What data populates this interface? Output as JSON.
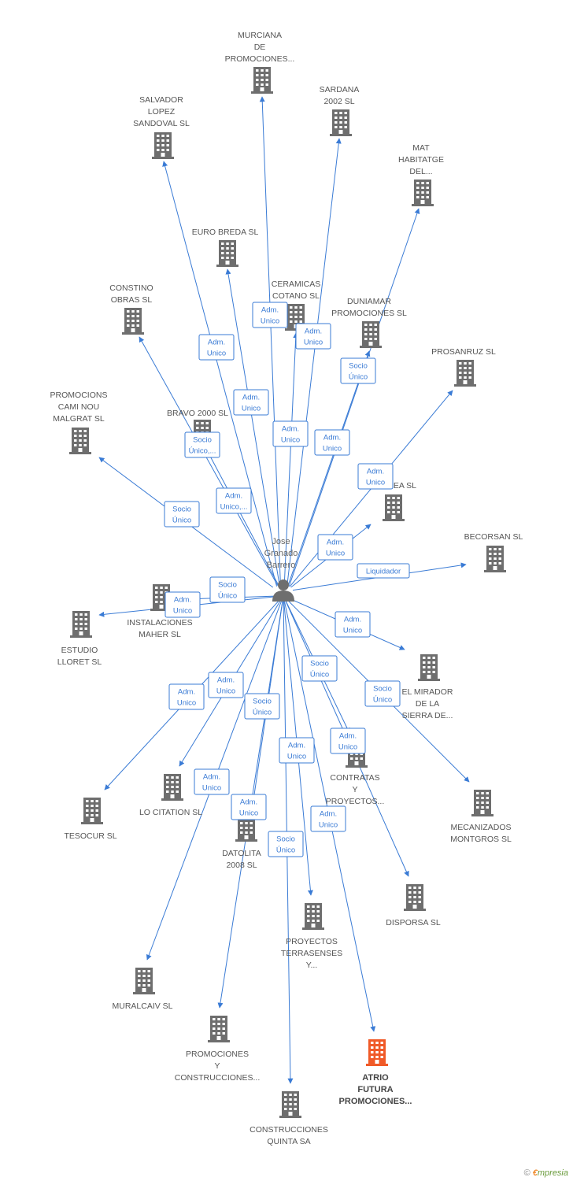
{
  "colors": {
    "edge": "#3a7bd5",
    "building": "#6e6e6e",
    "building_highlight": "#f05a28",
    "person": "#6e6e6e"
  },
  "center": {
    "name_lines": [
      "Jose",
      "Granado",
      "Barrero"
    ],
    "icon": "person-icon"
  },
  "nodes": [
    {
      "id": "murciana",
      "lines": [
        "MURCIANA",
        "DE",
        "PROMOCIONES..."
      ],
      "highlight": false
    },
    {
      "id": "sardana",
      "lines": [
        "SARDANA",
        "2002 SL"
      ],
      "highlight": false
    },
    {
      "id": "salvador",
      "lines": [
        "SALVADOR",
        "LOPEZ",
        "SANDOVAL  SL"
      ],
      "highlight": false
    },
    {
      "id": "mat",
      "lines": [
        "MAT",
        "HABITATGE",
        "DEL..."
      ],
      "highlight": false
    },
    {
      "id": "eurobreda",
      "lines": [
        "EURO BREDA SL"
      ],
      "highlight": false
    },
    {
      "id": "ceramicas",
      "lines": [
        "CERAMICAS",
        "COTANO SL"
      ],
      "highlight": false
    },
    {
      "id": "duniamar",
      "lines": [
        "DUNIAMAR",
        "PROMOCIONES SL"
      ],
      "highlight": false
    },
    {
      "id": "constino",
      "lines": [
        "CONSTINO",
        "OBRAS  SL"
      ],
      "highlight": false
    },
    {
      "id": "prosanruz",
      "lines": [
        "PROSANRUZ SL"
      ],
      "highlight": false
    },
    {
      "id": "camí",
      "lines": [
        "PROMOCIONS",
        "CAMI NOU",
        "MALGRAT SL"
      ],
      "highlight": false
    },
    {
      "id": "bravo",
      "lines": [
        "BRAVO 2000 SL"
      ],
      "highlight": false
    },
    {
      "id": "talea",
      "lines": [
        "P...TALEA SL"
      ],
      "highlight": false
    },
    {
      "id": "becorsan",
      "lines": [
        "BECORSAN SL"
      ],
      "highlight": false
    },
    {
      "id": "maher",
      "lines": [
        "INSTALACIONES",
        "MAHER SL"
      ],
      "highlight": false
    },
    {
      "id": "lloret",
      "lines": [
        "ESTUDIO",
        "LLORET SL"
      ],
      "highlight": false
    },
    {
      "id": "mirador",
      "lines": [
        "EL MIRADOR",
        "DE LA",
        "SIERRA DE..."
      ],
      "highlight": false
    },
    {
      "id": "contratas",
      "lines": [
        "CONTRATAS",
        "Y",
        "PROYECTOS..."
      ],
      "highlight": false
    },
    {
      "id": "locitation",
      "lines": [
        "LO CITATION SL"
      ],
      "highlight": false
    },
    {
      "id": "tesocur",
      "lines": [
        "TESOCUR SL"
      ],
      "highlight": false
    },
    {
      "id": "mecanizados",
      "lines": [
        "MECANIZADOS",
        "MONTGROS SL"
      ],
      "highlight": false
    },
    {
      "id": "datolita",
      "lines": [
        "DATOLITA",
        "2008 SL"
      ],
      "highlight": false
    },
    {
      "id": "disporsa",
      "lines": [
        "DISPORSA SL"
      ],
      "highlight": false
    },
    {
      "id": "terrasenses",
      "lines": [
        "PROYECTOS",
        "TERRASENSES",
        "Y..."
      ],
      "highlight": false
    },
    {
      "id": "muralcaiv",
      "lines": [
        "MURALCAIV  SL"
      ],
      "highlight": false
    },
    {
      "id": "promociones",
      "lines": [
        "PROMOCIONES",
        "Y",
        "CONSTRUCCIONES..."
      ],
      "highlight": false
    },
    {
      "id": "atrio",
      "lines": [
        "ATRIO",
        "FUTURA",
        "PROMOCIONES..."
      ],
      "highlight": true
    },
    {
      "id": "quinta",
      "lines": [
        "CONSTRUCCIONES",
        "QUINTA SA"
      ],
      "highlight": false
    }
  ],
  "edges": [
    {
      "to": "murciana",
      "label": [
        "Adm.",
        "Unico"
      ]
    },
    {
      "to": "sardana",
      "label": [
        "Adm.",
        "Unico"
      ]
    },
    {
      "to": "salvador",
      "label": [
        "Adm.",
        "Unico"
      ]
    },
    {
      "to": "mat",
      "label": [
        "Socio",
        "Único"
      ]
    },
    {
      "to": "eurobreda",
      "label": [
        "Adm.",
        "Unico"
      ]
    },
    {
      "to": "ceramicas",
      "label": [
        "Adm.",
        "Unico"
      ]
    },
    {
      "to": "duniamar",
      "label": [
        "Adm.",
        "Unico"
      ]
    },
    {
      "to": "constino",
      "label": [
        "Socio",
        "Único,..."
      ]
    },
    {
      "to": "prosanruz",
      "label": [
        "Adm.",
        "Unico"
      ]
    },
    {
      "to": "camí",
      "label": [
        "Socio",
        "Único"
      ]
    },
    {
      "to": "bravo",
      "label": [
        "Adm.",
        "Unico,..."
      ]
    },
    {
      "to": "talea",
      "label": [
        "Adm.",
        "Unico"
      ]
    },
    {
      "to": "becorsan",
      "label": [
        "Liquidador"
      ]
    },
    {
      "to": "maher",
      "label": [
        "Socio",
        "Único"
      ]
    },
    {
      "to": "lloret",
      "label": [
        "Adm.",
        "Unico"
      ]
    },
    {
      "to": "mirador",
      "label": [
        "Adm.",
        "Unico"
      ]
    },
    {
      "to": "mecanizados",
      "label": [
        "Socio",
        "Único"
      ]
    },
    {
      "to": "contratas",
      "label": [
        "Socio",
        "Único"
      ]
    },
    {
      "to": "disporsa",
      "label": [
        "Adm.",
        "Unico"
      ]
    },
    {
      "to": "tesocur",
      "label": [
        "Adm.",
        "Unico"
      ]
    },
    {
      "to": "locitation",
      "label": [
        "Adm.",
        "Unico"
      ]
    },
    {
      "to": "datolita",
      "label": [
        "Socio",
        "Único"
      ]
    },
    {
      "to": "muralcaiv",
      "label": [
        "Adm.",
        "Unico"
      ]
    },
    {
      "to": "promociones",
      "label": [
        "Adm.",
        "Unico"
      ]
    },
    {
      "to": "terrasenses",
      "label": [
        "Adm.",
        "Unico"
      ]
    },
    {
      "to": "quinta",
      "label": [
        "Socio",
        "Único"
      ]
    },
    {
      "to": "atrio",
      "label": [
        "Adm.",
        "Unico"
      ]
    }
  ],
  "footer": {
    "copyright": "©",
    "brand_initial": "€",
    "brand_rest": "mpresia"
  }
}
